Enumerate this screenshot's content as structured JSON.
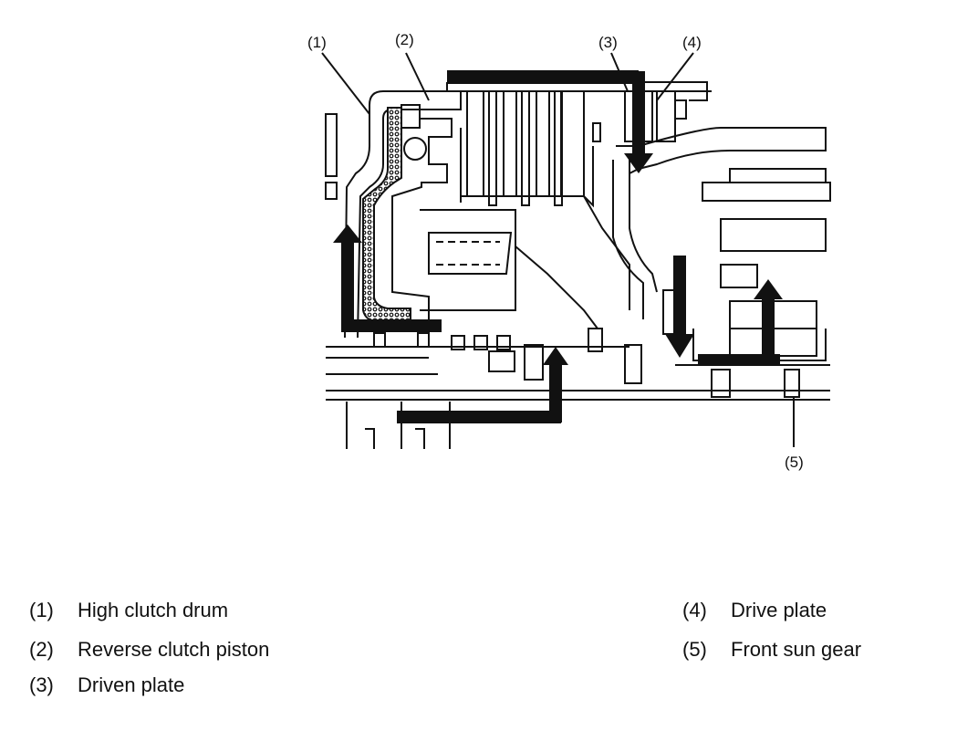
{
  "callouts": [
    {
      "num": "(1)"
    },
    {
      "num": "(2)"
    },
    {
      "num": "(3)"
    },
    {
      "num": "(4)"
    },
    {
      "num": "(5)"
    }
  ],
  "legend": {
    "items": [
      {
        "num": "(1)",
        "label": "High clutch drum"
      },
      {
        "num": "(2)",
        "label": "Reverse clutch piston"
      },
      {
        "num": "(3)",
        "label": "Driven plate"
      },
      {
        "num": "(4)",
        "label": "Drive plate"
      },
      {
        "num": "(5)",
        "label": "Front sun gear"
      }
    ]
  },
  "colors": {
    "line": "#111111",
    "arrow": "#111111",
    "background": "#ffffff"
  }
}
